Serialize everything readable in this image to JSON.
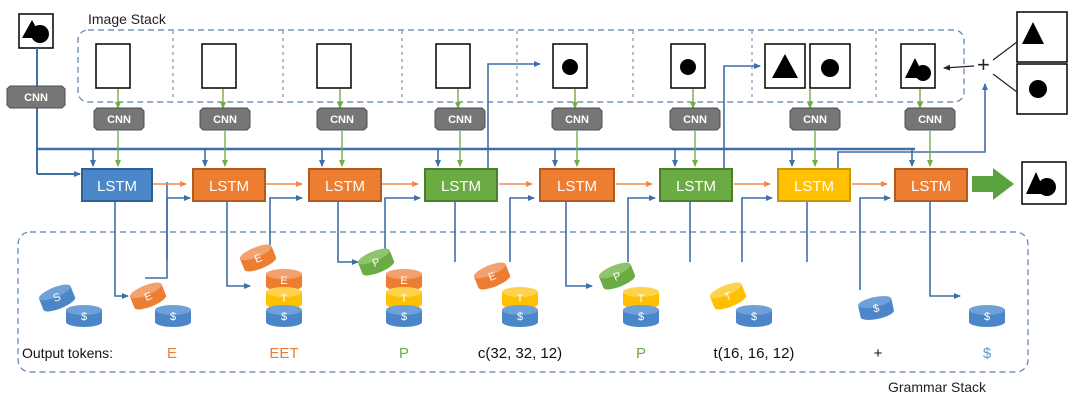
{
  "labels": {
    "image_stack": "Image Stack",
    "grammar_stack": "Grammar Stack",
    "output_tokens": "Output tokens:",
    "cnn": "CNN",
    "lstm": "LSTM",
    "plus": "+"
  },
  "tokens": [
    "E",
    "EET",
    "P",
    "c(32, 32, 12)",
    "P",
    "t(16, 16, 12)",
    "+",
    "$"
  ],
  "stack_symbols": {
    "S": "S",
    "E": "E",
    "T": "T",
    "P": "P",
    "dollar": "$"
  },
  "colors": {
    "blue": "#4a86c8",
    "orange": "#ed7d31",
    "green": "#6aab43",
    "yellow": "#ffc000",
    "gray": "#767676",
    "arrow_blue": "#3f6fa8",
    "arrow_orange": "#f08a4b",
    "arrow_green": "#70ad47",
    "token_blue": "#5b9bd5"
  }
}
